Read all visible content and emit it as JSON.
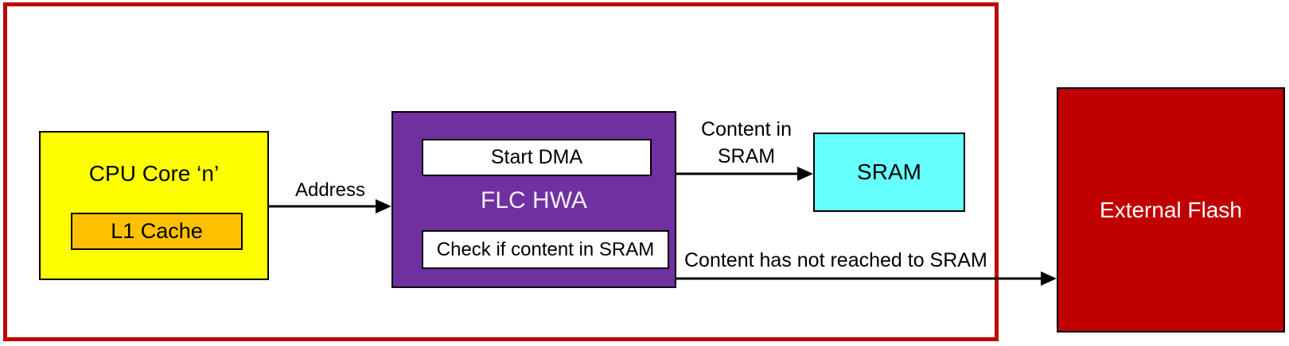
{
  "nodes": {
    "cpu_core": {
      "label": "CPU Core ‘n’",
      "fill": "#FFFF00"
    },
    "l1_cache": {
      "label": "L1 Cache",
      "fill": "#FFC000"
    },
    "flc_hwa": {
      "label": "FLC HWA",
      "fill": "#7030A0"
    },
    "start_dma": {
      "label": "Start DMA",
      "fill": "#FFFFFF"
    },
    "check_content": {
      "label": "Check if content in SRAM",
      "fill": "#FFFFFF"
    },
    "sram": {
      "label": "SRAM",
      "fill": "#66FFFF"
    },
    "external_flash": {
      "label": "External Flash",
      "fill": "#C00000"
    }
  },
  "edges": {
    "address": {
      "label": "Address"
    },
    "content_in_sram": {
      "label": "Content in SRAM"
    },
    "content_not_reached": {
      "label": "Content has not reached to SRAM"
    }
  },
  "colors": {
    "boundary": "#C00000",
    "arrow": "#000000",
    "flc_text": "#F2EDF8",
    "flash_text": "#FFFFFF"
  }
}
